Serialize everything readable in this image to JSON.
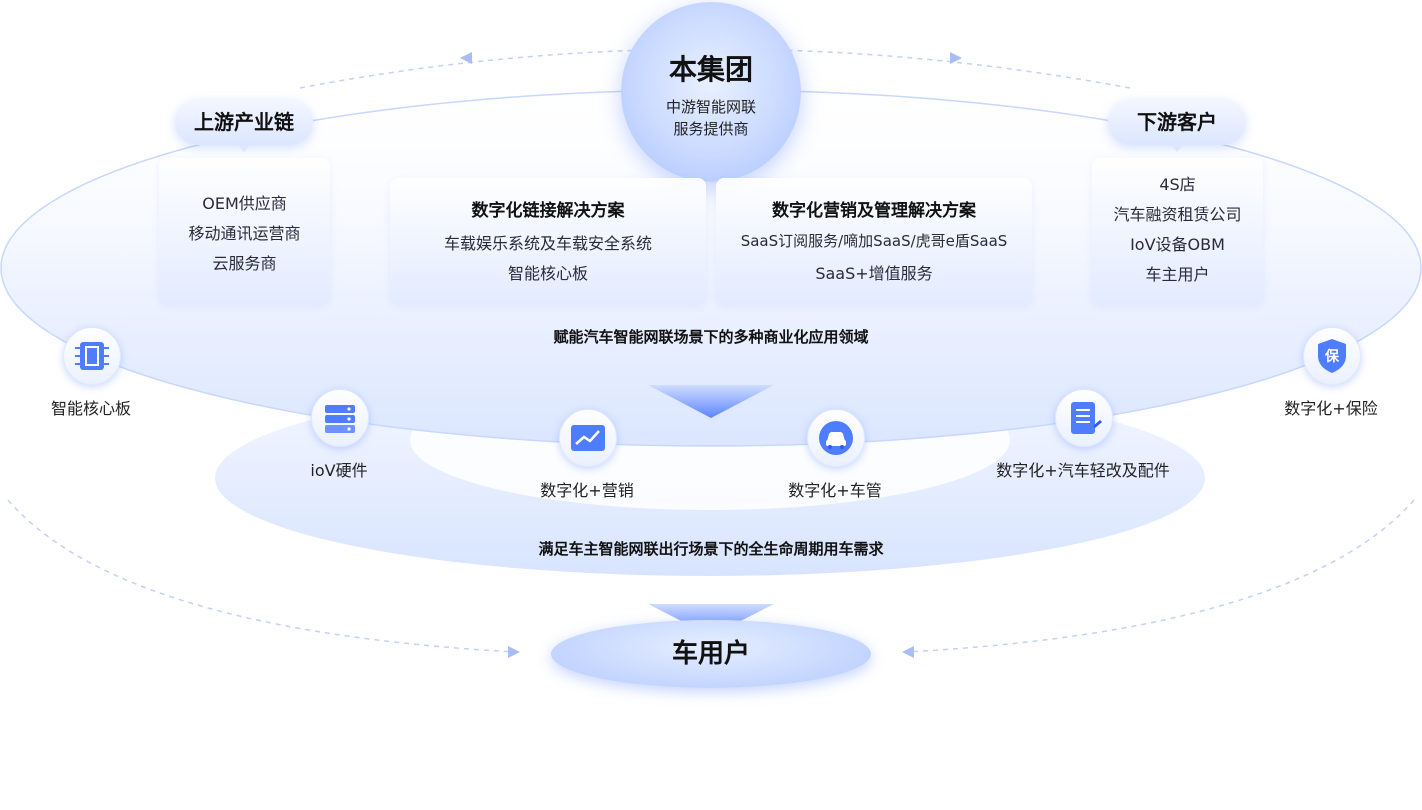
{
  "center": {
    "title": "本集团",
    "line1": "中游智能网联",
    "line2": "服务提供商"
  },
  "upstream": {
    "label": "上游产业链",
    "items": [
      "OEM供应商",
      "移动通讯运营商",
      "云服务商"
    ]
  },
  "downstream": {
    "label": "下游客户",
    "items": [
      "4S店",
      "汽车融资租赁公司",
      "IoV设备OBM",
      "车主用户"
    ]
  },
  "solution_connect": {
    "title": "数字化链接解决方案",
    "items": [
      "车载娱乐系统及车载安全系统",
      "智能核心板"
    ]
  },
  "solution_marketing": {
    "title": "数字化营销及管理解决方案",
    "items": [
      "SaaS订阅服务/嘀加SaaS/虎哥e盾SaaS",
      "SaaS+增值服务"
    ]
  },
  "caption_business": "赋能汽车智能网联场景下的多种商业化应用领域",
  "caption_lifecycle": "满足车主智能网联出行场景下的全生命周期用车需求",
  "applications": [
    {
      "label": "智能核心板",
      "icon": "circuit-board-icon"
    },
    {
      "label": "ioV硬件",
      "icon": "server-hardware-icon"
    },
    {
      "label": "数字化+营销",
      "icon": "trend-chart-icon"
    },
    {
      "label": "数字化+车管",
      "icon": "car-icon"
    },
    {
      "label": "数字化+汽车轻改及配件",
      "icon": "document-list-icon"
    },
    {
      "label": "数字化+保险",
      "icon": "insurance-shield-icon"
    }
  ],
  "shield_glyph": "保",
  "end_user": "车用户",
  "colors": {
    "accent": "#4a78ff",
    "light": "#dce6ff",
    "dashed": "#b9c9f2"
  }
}
